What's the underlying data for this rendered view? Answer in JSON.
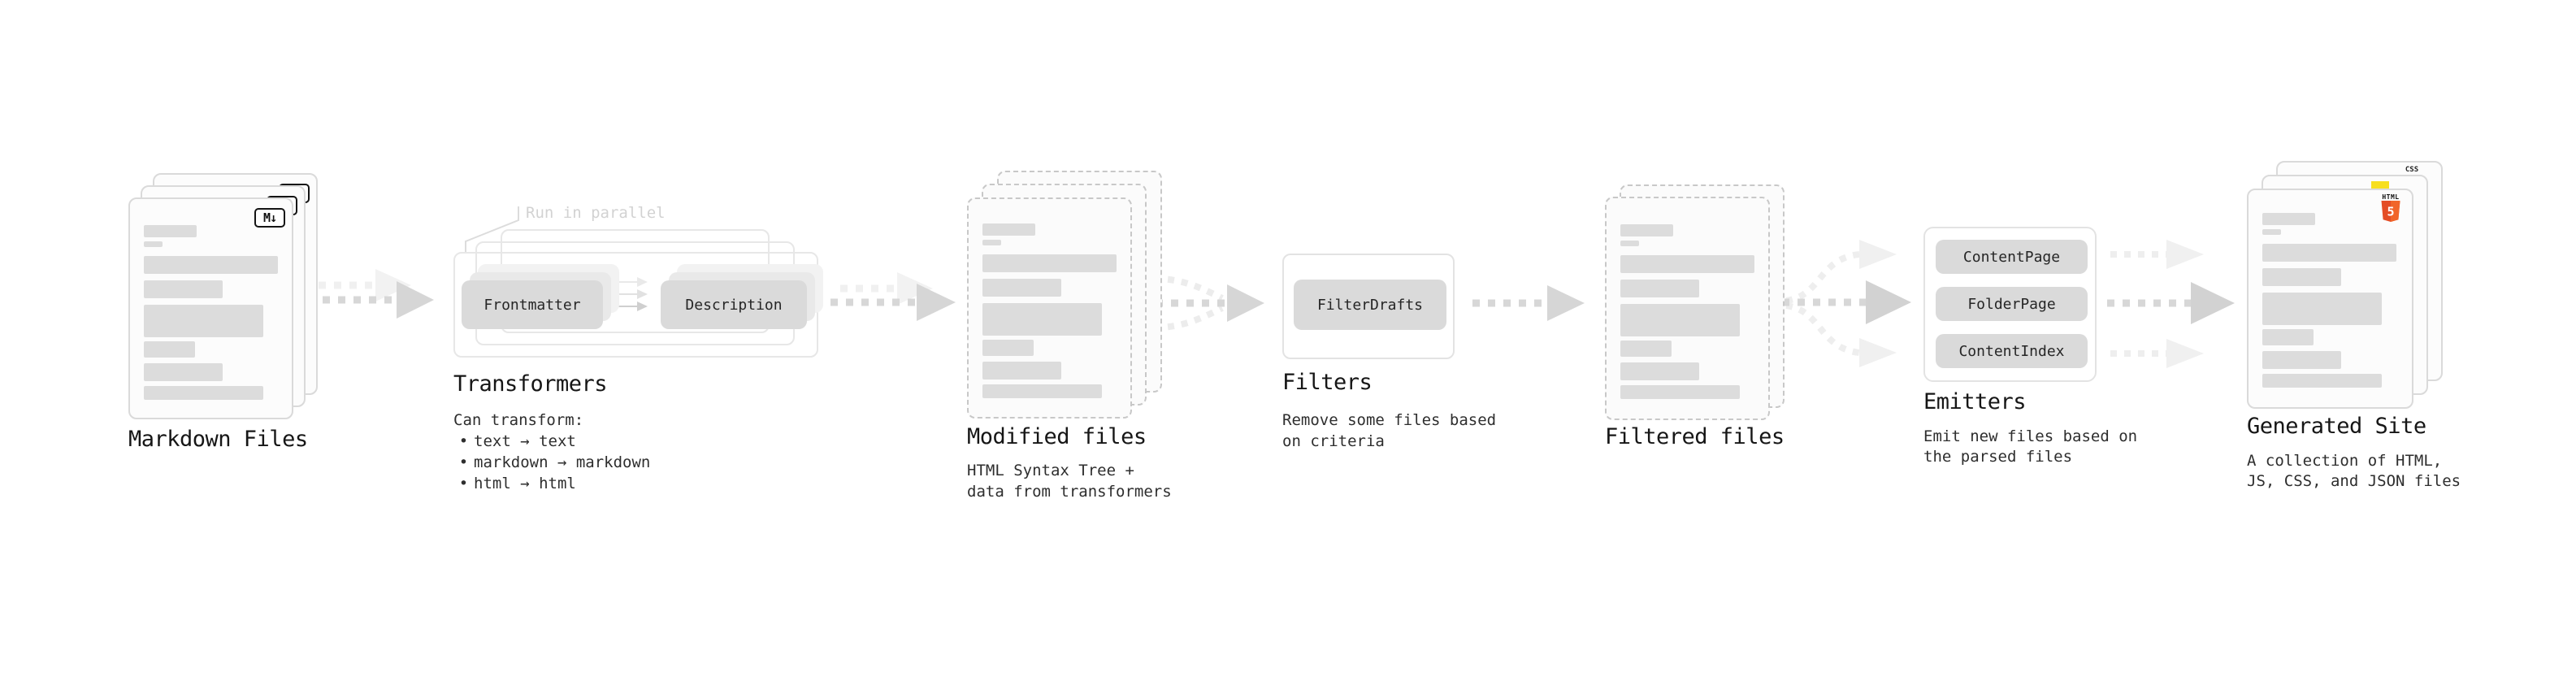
{
  "colors": {
    "accent_html5": "#e44d26",
    "accent_js": "#f7df1e",
    "accent_css": "#2b6fe3",
    "chip_fill": "#dadada",
    "arrow_gray": "#d7d7d7"
  },
  "markdown_files": {
    "label": "Markdown Files",
    "file_icon": "M↓"
  },
  "transformers": {
    "annotation": "Run in parallel",
    "chip_left": "Frontmatter",
    "chip_right": "Description",
    "label": "Transformers",
    "description": "Can transform:",
    "bullet": "•",
    "bullets": [
      "text → text",
      "markdown → markdown",
      "html → html"
    ]
  },
  "modified_files": {
    "label": "Modified files",
    "description": [
      "HTML Syntax Tree +",
      "data from transformers"
    ]
  },
  "filters": {
    "chip": "FilterDrafts",
    "label": "Filters",
    "description": [
      "Remove some files based",
      "on criteria"
    ]
  },
  "filtered_files": {
    "label": "Filtered files"
  },
  "emitters": {
    "chips": [
      "ContentPage",
      "FolderPage",
      "ContentIndex"
    ],
    "label": "Emitters",
    "description": [
      "Emit new files based on",
      "the parsed files"
    ]
  },
  "generated_site": {
    "label": "Generated Site",
    "description": [
      "A collection of HTML,",
      "JS, CSS, and JSON files"
    ],
    "css_icon_text": "CSS",
    "html_icon_text": "HTML",
    "html_icon_number": "5"
  }
}
